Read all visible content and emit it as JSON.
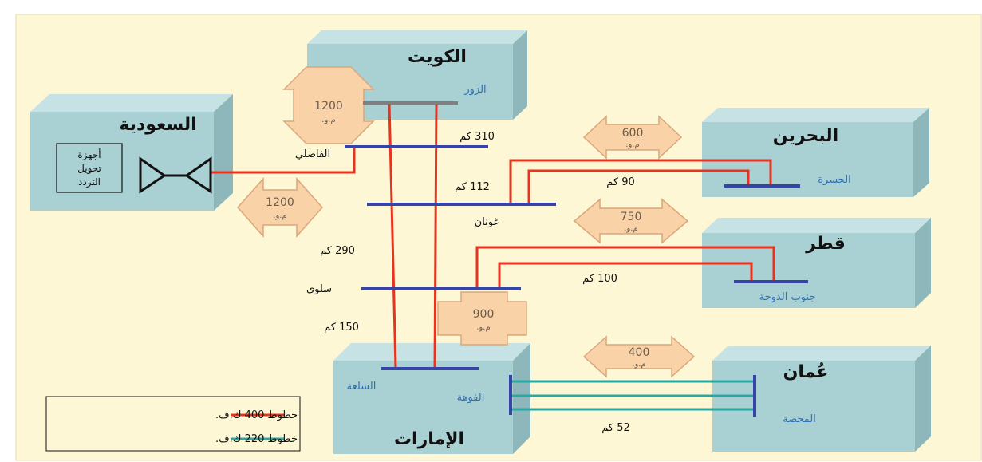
{
  "colors": {
    "background": "#fdf7d6",
    "box_front": "#a9d0d3",
    "box_top": "#c6e2e4",
    "box_side": "#8db7ba",
    "line_400kv": "#e8331f",
    "line_220kv": "#2aa7a1",
    "busbar": "#3544a6",
    "busbar_kuwait": "#808080",
    "arrow_fill": "#f9d2a8",
    "arrow_stroke": "#d9a77a"
  },
  "countries": {
    "saudi": "السعودية",
    "kuwait": "الكويت",
    "bahrain": "البحرين",
    "qatar": "قطر",
    "uae": "الإمارات",
    "oman": "عُمان"
  },
  "converter": {
    "line1": "أجهزة",
    "line2": "تحويل",
    "line3": "التردد"
  },
  "stations": {
    "zour": "الزور",
    "fadhili": "الفاضلي",
    "ghunan": "غونان",
    "salwa": "سلوى",
    "jasra": "الجسرة",
    "south_doha": "جنوب الدوحة",
    "silaa": "السلعة",
    "fuwaha": "الفوهة",
    "mahdha": "المحضة"
  },
  "distances": {
    "d310": "310 كم",
    "d112": "112 كم",
    "d290": "290 كم",
    "d150": "150 كم",
    "d90": "90 كم",
    "d100": "100 كم",
    "d52": "52 كم"
  },
  "capacities": {
    "unit": "م.و.",
    "kuwait": "1200",
    "saudi": "1200",
    "bahrain": "600",
    "qatar": "750",
    "uae": "900",
    "oman": "400"
  },
  "legend": {
    "line_400": "خطوط 400 ك.ف.",
    "line_220": "خطوط 220 ك.ف."
  }
}
